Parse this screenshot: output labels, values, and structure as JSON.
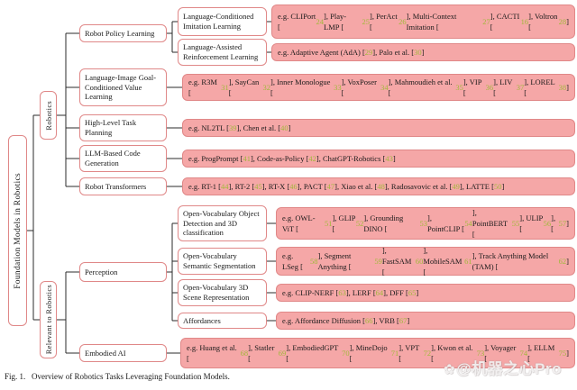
{
  "colors": {
    "box_border": "#e08888",
    "example_fill": "#f5a7a7",
    "citation_number": "#a2b93c",
    "connector_line": "#2b2b2b",
    "text": "#1a1a1a"
  },
  "tree": {
    "root_label": "Foundation Models in Robotics",
    "robotics": {
      "label": "Robotics",
      "robot_policy_learning": {
        "label": "Robot Policy Learning",
        "language_conditioned_imitation_learning": {
          "label": "Language-Conditioned Imitation Learning",
          "examples": "e.g. CLIPort [24], Play-LMP [25], PerAct [26], Multi-Context Imitation [27], CACTI [16], Voltron [28]"
        },
        "language_assisted_reinforcement_learning": {
          "label": "Language-Assisted Reinforcement Learning",
          "examples": "e.g. Adaptive Agent (AdA) [29], Palo et al. [30]"
        }
      },
      "language_image_goal_conditioned_value_learning": {
        "label": "Language-Image Goal-Conditioned Value Learning",
        "examples": "e.g. R3M [31], SayCan [32], Inner Monologue [33], VoxPoser [34], Mahmoudieh et al. [35], VIP [36], LIV [37], LOREL [38]"
      },
      "high_level_task_planning": {
        "label": "High-Level Task Planning",
        "examples": "e.g. NL2TL [39], Chen et al. [40]"
      },
      "llm_based_code_generation": {
        "label": "LLM-Based Code Generation",
        "examples": "e.g. ProgPrompt [41], Code-as-Policy [42], ChatGPT-Robotics [43]"
      },
      "robot_transformers": {
        "label": "Robot Transformers",
        "examples": "e.g. RT-1 [44], RT-2 [45], RT-X [46], PACT [47], Xiao et al. [48], Radosavovic et al. [49], LATTE [50]"
      }
    },
    "relevant_to_robotics": {
      "label": "Relevant to Robotics",
      "perception": {
        "label": "Perception",
        "open_vocabulary_object_detection": {
          "label": "Open-Vocabulary Object Detection and 3D classification",
          "examples": "e.g. OWL-ViT [51], GLIP [52], Grounding DINO [53], PointCLIP [54], PointBERT [55], ULIP [56], [57]"
        },
        "open_vocabulary_semantic_segmentation": {
          "label": "Open-Vocabulary Semantic Segmentation",
          "examples": "e.g. LSeg [58], Segment Anything [59], FastSAM [60], MobileSAM [61], Track Anything Model (TAM) [62]"
        },
        "open_vocabulary_3d_scene_representation": {
          "label": "Open-Vocabulary 3D Scene Representation",
          "examples": "e.g. CLIP-NERF [63], LERF [64], DFF [65]"
        },
        "affordances": {
          "label": "Affordances",
          "examples": "e.g. Affordance Diffusion [66], VRB [67]"
        }
      },
      "embodied_ai": {
        "label": "Embodied AI",
        "examples": "e.g. Huang et al. [68], Statler [69], EmbodiedGPT [70], MineDojo [71], VPT [72], Kwon et al. [73], Voyager [74], ELLM [75]"
      }
    }
  },
  "caption": "Fig. 1.   Overview of Robotics Tasks Leveraging Foundation Models.",
  "watermark": {
    "icon": "✿",
    "text": "@机器之心Pro"
  }
}
